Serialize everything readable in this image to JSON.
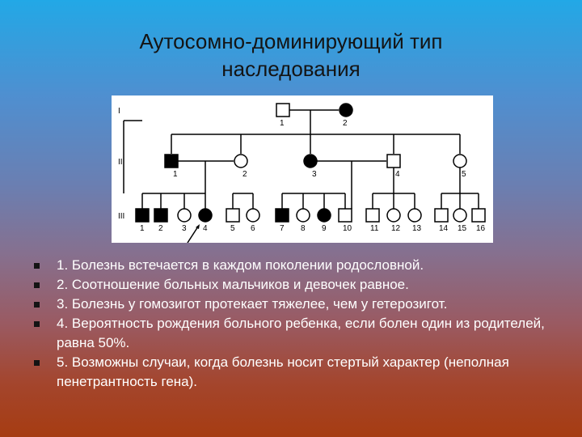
{
  "slide": {
    "title_line1": "Аутосомно-доминирующий тип",
    "title_line2": "наследования"
  },
  "pedigree": {
    "generations": [
      "I",
      "II",
      "III"
    ],
    "individuals": [
      {
        "label": "1",
        "gen": "I",
        "sex": "male",
        "affected": false
      },
      {
        "label": "2",
        "gen": "I",
        "sex": "female",
        "affected": true
      },
      {
        "label": "1",
        "gen": "II",
        "sex": "male",
        "affected": true
      },
      {
        "label": "2",
        "gen": "II",
        "sex": "female",
        "affected": false
      },
      {
        "label": "3",
        "gen": "II",
        "sex": "female",
        "affected": true
      },
      {
        "label": "4",
        "gen": "II",
        "sex": "male",
        "affected": false
      },
      {
        "label": "5",
        "gen": "II",
        "sex": "female",
        "affected": false
      },
      {
        "label": "1",
        "gen": "III",
        "sex": "male",
        "affected": true
      },
      {
        "label": "2",
        "gen": "III",
        "sex": "male",
        "affected": true
      },
      {
        "label": "3",
        "gen": "III",
        "sex": "female",
        "affected": false
      },
      {
        "label": "4",
        "gen": "III",
        "sex": "female",
        "affected": true,
        "proband": true
      },
      {
        "label": "5",
        "gen": "III",
        "sex": "male",
        "affected": false
      },
      {
        "label": "6",
        "gen": "III",
        "sex": "female",
        "affected": false
      },
      {
        "label": "7",
        "gen": "III",
        "sex": "male",
        "affected": true
      },
      {
        "label": "8",
        "gen": "III",
        "sex": "female",
        "affected": false
      },
      {
        "label": "9",
        "gen": "III",
        "sex": "female",
        "affected": true
      },
      {
        "label": "10",
        "gen": "III",
        "sex": "male",
        "affected": false
      },
      {
        "label": "11",
        "gen": "III",
        "sex": "male",
        "affected": false
      },
      {
        "label": "12",
        "gen": "III",
        "sex": "female",
        "affected": false
      },
      {
        "label": "13",
        "gen": "III",
        "sex": "female",
        "affected": false
      },
      {
        "label": "14",
        "gen": "III",
        "sex": "male",
        "affected": false
      },
      {
        "label": "15",
        "gen": "III",
        "sex": "female",
        "affected": false
      },
      {
        "label": "16",
        "gen": "III",
        "sex": "male",
        "affected": false
      }
    ]
  },
  "points": [
    "1. Болезнь встечается в каждом поколении родословной.",
    "2. Соотношение больных мальчиков и девочек равное.",
    "3. Болезнь у гомозигот протекает тяжелее, чем у гетерозигот.",
    "4. Вероятность рождения больного ребенка, если болен один из родителей, равна 50%.",
    "5. Возможны случаи, когда болезнь носит стертый характер (неполная пенетрантность гена)."
  ]
}
